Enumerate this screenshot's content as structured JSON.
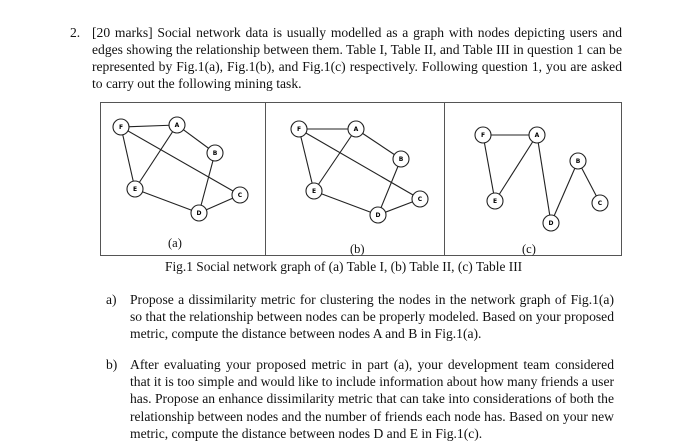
{
  "question": {
    "number": "2.",
    "text": "[20 marks] Social network data is usually modelled as a graph with nodes depicting users and edges showing the relationship between them. Table I, Table II, and Table III in question 1 can be represented by Fig.1(a), Fig.1(b), and Fig.1(c) respectively. Following question 1, you are asked to carry out the following mining task."
  },
  "figure": {
    "labels": [
      "(a)",
      "(b)",
      "(c)"
    ],
    "caption": "Fig.1 Social network graph of (a) Table I, (b) Table II, (c) Table III",
    "node_labels": [
      "F",
      "A",
      "B",
      "E",
      "C",
      "D"
    ]
  },
  "parts": [
    {
      "label": "a)",
      "text": "Propose a dissimilarity metric for clustering the nodes in the network graph of Fig.1(a) so that the relationship between nodes can be properly modeled. Based on your proposed metric, compute the distance between nodes A and B in Fig.1(a)."
    },
    {
      "label": "b)",
      "text": "After evaluating your proposed metric in part (a), your development team considered that it is too simple and would like to include information about how many friends a user has. Propose an enhance dissimilarity metric that can take into considerations of both the relationship between nodes and the number of friends each node has. Based on your new metric, compute the distance between nodes D and E in Fig.1(c)."
    }
  ]
}
